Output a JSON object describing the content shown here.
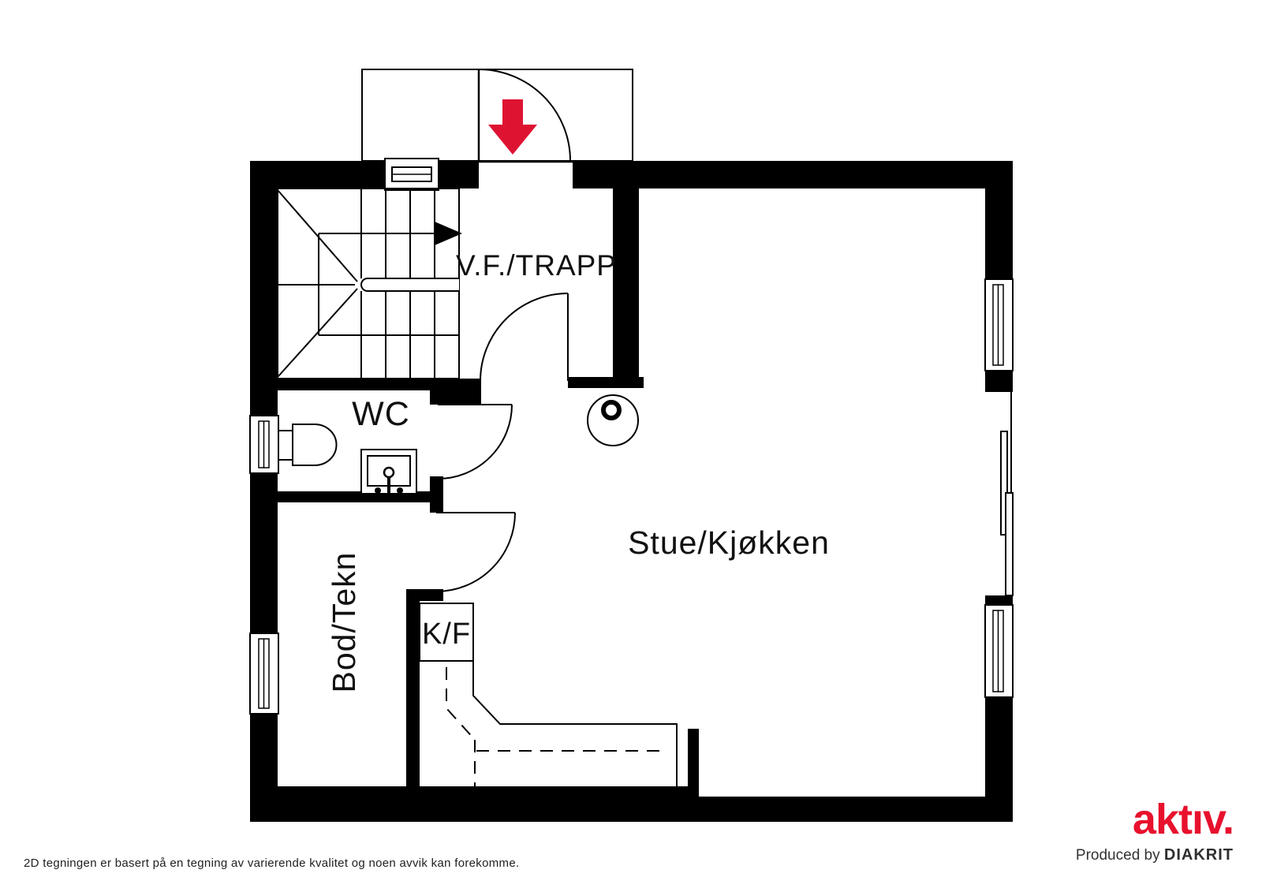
{
  "plan": {
    "rooms": {
      "vf": "V.F./TRAPP",
      "wc": "WC",
      "bod": "Bod/Tekn",
      "stue": "Stue/Kjøkken",
      "kf": "K/F"
    }
  },
  "icons": {
    "entry_arrow": "red arrow pointing down into entry door",
    "stairs": "winder staircase with up-direction arrow",
    "chimney": "chimney / stove outlet circle",
    "toilet": "toilet fixture",
    "sink": "washbasin with faucet",
    "sliding_door": "sliding patio door panels",
    "kitchen_counter": "L-shaped kitchen counter with dashed overhead cabinets"
  },
  "colors": {
    "wall": "#000000",
    "background": "#ffffff",
    "entry_arrow_red": "#de1332",
    "logo_red": "#e8112d"
  },
  "footer": {
    "disclaimer": "2D tegningen er basert på en tegning av varierende kvalitet og noen avvik kan forekomme."
  },
  "branding": {
    "logo_text": "aktıv.",
    "produced_by_prefix": "Produced by",
    "producer_name": "DIAKRIT"
  }
}
